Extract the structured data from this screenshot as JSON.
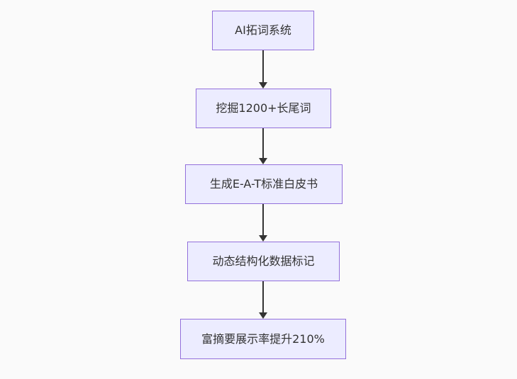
{
  "theme": {
    "canvas_bg": "#fafafa",
    "node_fill": "#ececff",
    "node_border": "#9370db",
    "node_text": "#333333",
    "edge_color": "#333333"
  },
  "flowchart": {
    "type": "flowchart",
    "direction": "top-to-bottom",
    "nodes": [
      {
        "label": "AI拓词系统"
      },
      {
        "label": "挖掘1200+长尾词"
      },
      {
        "label": "生成E-A-T标准白皮书"
      },
      {
        "label": "动态结构化数据标记"
      },
      {
        "label": "富摘要展示率提升210%"
      }
    ],
    "edges": [
      {
        "from": 0,
        "to": 1
      },
      {
        "from": 1,
        "to": 2
      },
      {
        "from": 2,
        "to": 3
      },
      {
        "from": 3,
        "to": 4
      }
    ]
  }
}
